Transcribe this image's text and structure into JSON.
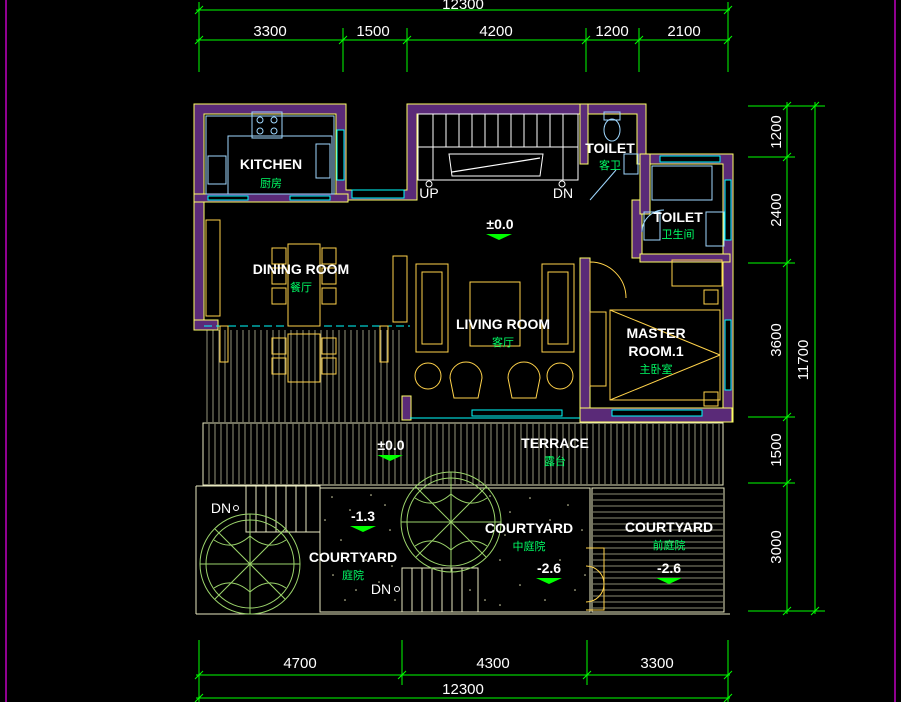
{
  "colors": {
    "background": "#000000",
    "dimension": "#00ff00",
    "wall_fill": "#5a2a78",
    "wall_line": "#ffff66",
    "furniture": "#ffd24a",
    "fixture": "#9fd8ff",
    "hatch": "#e8e8c0",
    "tree": "#9bd36b",
    "room_name": "#ffffff",
    "room_cn": "#00ff66",
    "frame": "#c000c0"
  },
  "dimensions": {
    "top_total": "12300",
    "top_segments": [
      "3300",
      "1500",
      "4200",
      "1200",
      "2100"
    ],
    "right_total": "11700",
    "right_segments": [
      "1200",
      "2400",
      "3600",
      "1500",
      "3000"
    ],
    "bottom_segments": [
      "4700",
      "4300",
      "3300"
    ],
    "bottom_total": "12300"
  },
  "rooms": {
    "kitchen": {
      "name": "KITCHEN",
      "cn": "厨房"
    },
    "dining": {
      "name": "DINING ROOM",
      "cn": "餐厅"
    },
    "living": {
      "name": "LIVING ROOM",
      "cn": "客厅"
    },
    "toilet1": {
      "name": "TOILET",
      "cn": "客卫"
    },
    "toilet2": {
      "name": "TOILET",
      "cn": "卫生间"
    },
    "master": {
      "name1": "MASTER",
      "name2": "ROOM.1",
      "cn": "主卧室"
    },
    "terrace": {
      "name": "TERRACE",
      "cn": "露台"
    },
    "courtyard_left": {
      "name": "COURTYARD",
      "cn": "庭院"
    },
    "courtyard_mid": {
      "name": "COURTYARD",
      "cn": "中庭院"
    },
    "courtyard_right": {
      "name": "COURTYARD",
      "cn": "前庭院"
    }
  },
  "levels": {
    "living": "±0.0",
    "terrace": "±0.0",
    "courtyard_left": "-1.3",
    "courtyard_mid": "-2.6",
    "courtyard_right": "-2.6"
  },
  "stair_labels": {
    "up": "UP",
    "dn_top": "DN",
    "dn_left": "DN",
    "dn_courtyard": "DN"
  }
}
